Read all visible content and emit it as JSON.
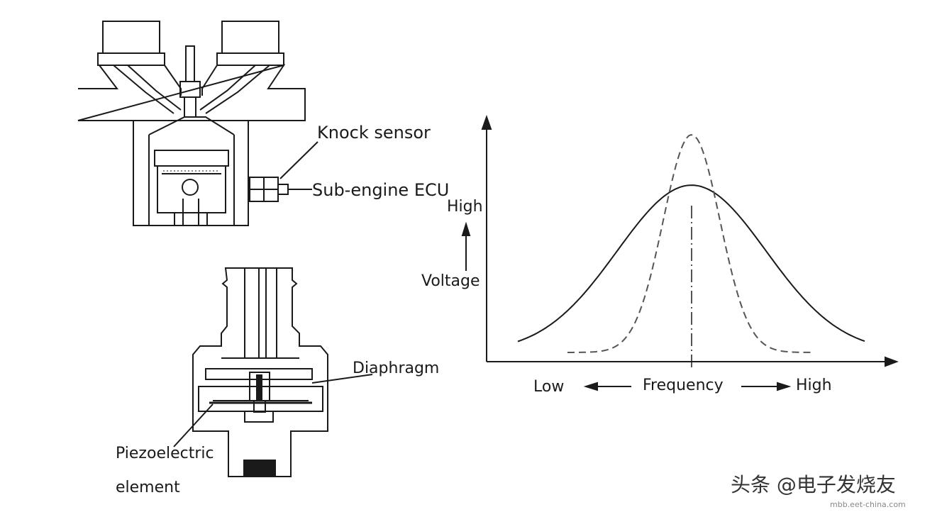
{
  "engine": {
    "knock_sensor_label": "Knock sensor",
    "sub_engine_ecu_label": "Sub-engine ECU"
  },
  "sensor": {
    "diaphragm_label": "Diaphragm",
    "piezo_line1": "Piezoelectric",
    "piezo_line2": "element"
  },
  "chart": {
    "y_high_label": "High",
    "y_axis_label": "Voltage",
    "x_low_label": "Low",
    "x_axis_label": "Frequency",
    "x_high_label": "High"
  },
  "watermark": {
    "text": "头条 @电子发烧友",
    "sub": "mbb.eet-china.com"
  },
  "colors": {
    "line": "#1a1a1a",
    "dashed": "#555555"
  },
  "chart_data": {
    "type": "line",
    "xlabel": "Frequency",
    "ylabel": "Voltage",
    "series": [
      {
        "x": [
          0,
          1,
          2,
          3,
          4,
          5,
          6,
          7,
          8,
          9,
          10
        ],
        "values": [
          0.02,
          0.06,
          0.16,
          0.36,
          0.64,
          0.78,
          0.64,
          0.36,
          0.16,
          0.06,
          0.02
        ]
      },
      {
        "x": [
          1,
          2,
          3,
          3.6,
          4.2,
          4.6,
          5,
          5.4,
          5.8,
          6.4,
          7,
          8
        ],
        "values": [
          0.0,
          0.02,
          0.08,
          0.2,
          0.5,
          0.85,
          1.0,
          0.85,
          0.5,
          0.2,
          0.08,
          0.0
        ]
      }
    ]
  }
}
